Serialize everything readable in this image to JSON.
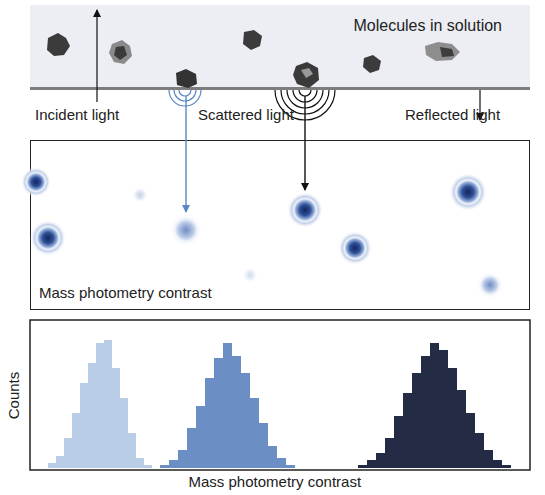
{
  "diagram": {
    "nodes": [
      {
        "text": [
          "Molecules in solution"
        ]
      },
      {
        "text": [
          "Mass photometry contrast"
        ]
      }
    ],
    "labels": [
      "Incident light",
      "Scattered light",
      "Reflected light",
      "Counts",
      "Mass photometry contrast"
    ]
  }
}
